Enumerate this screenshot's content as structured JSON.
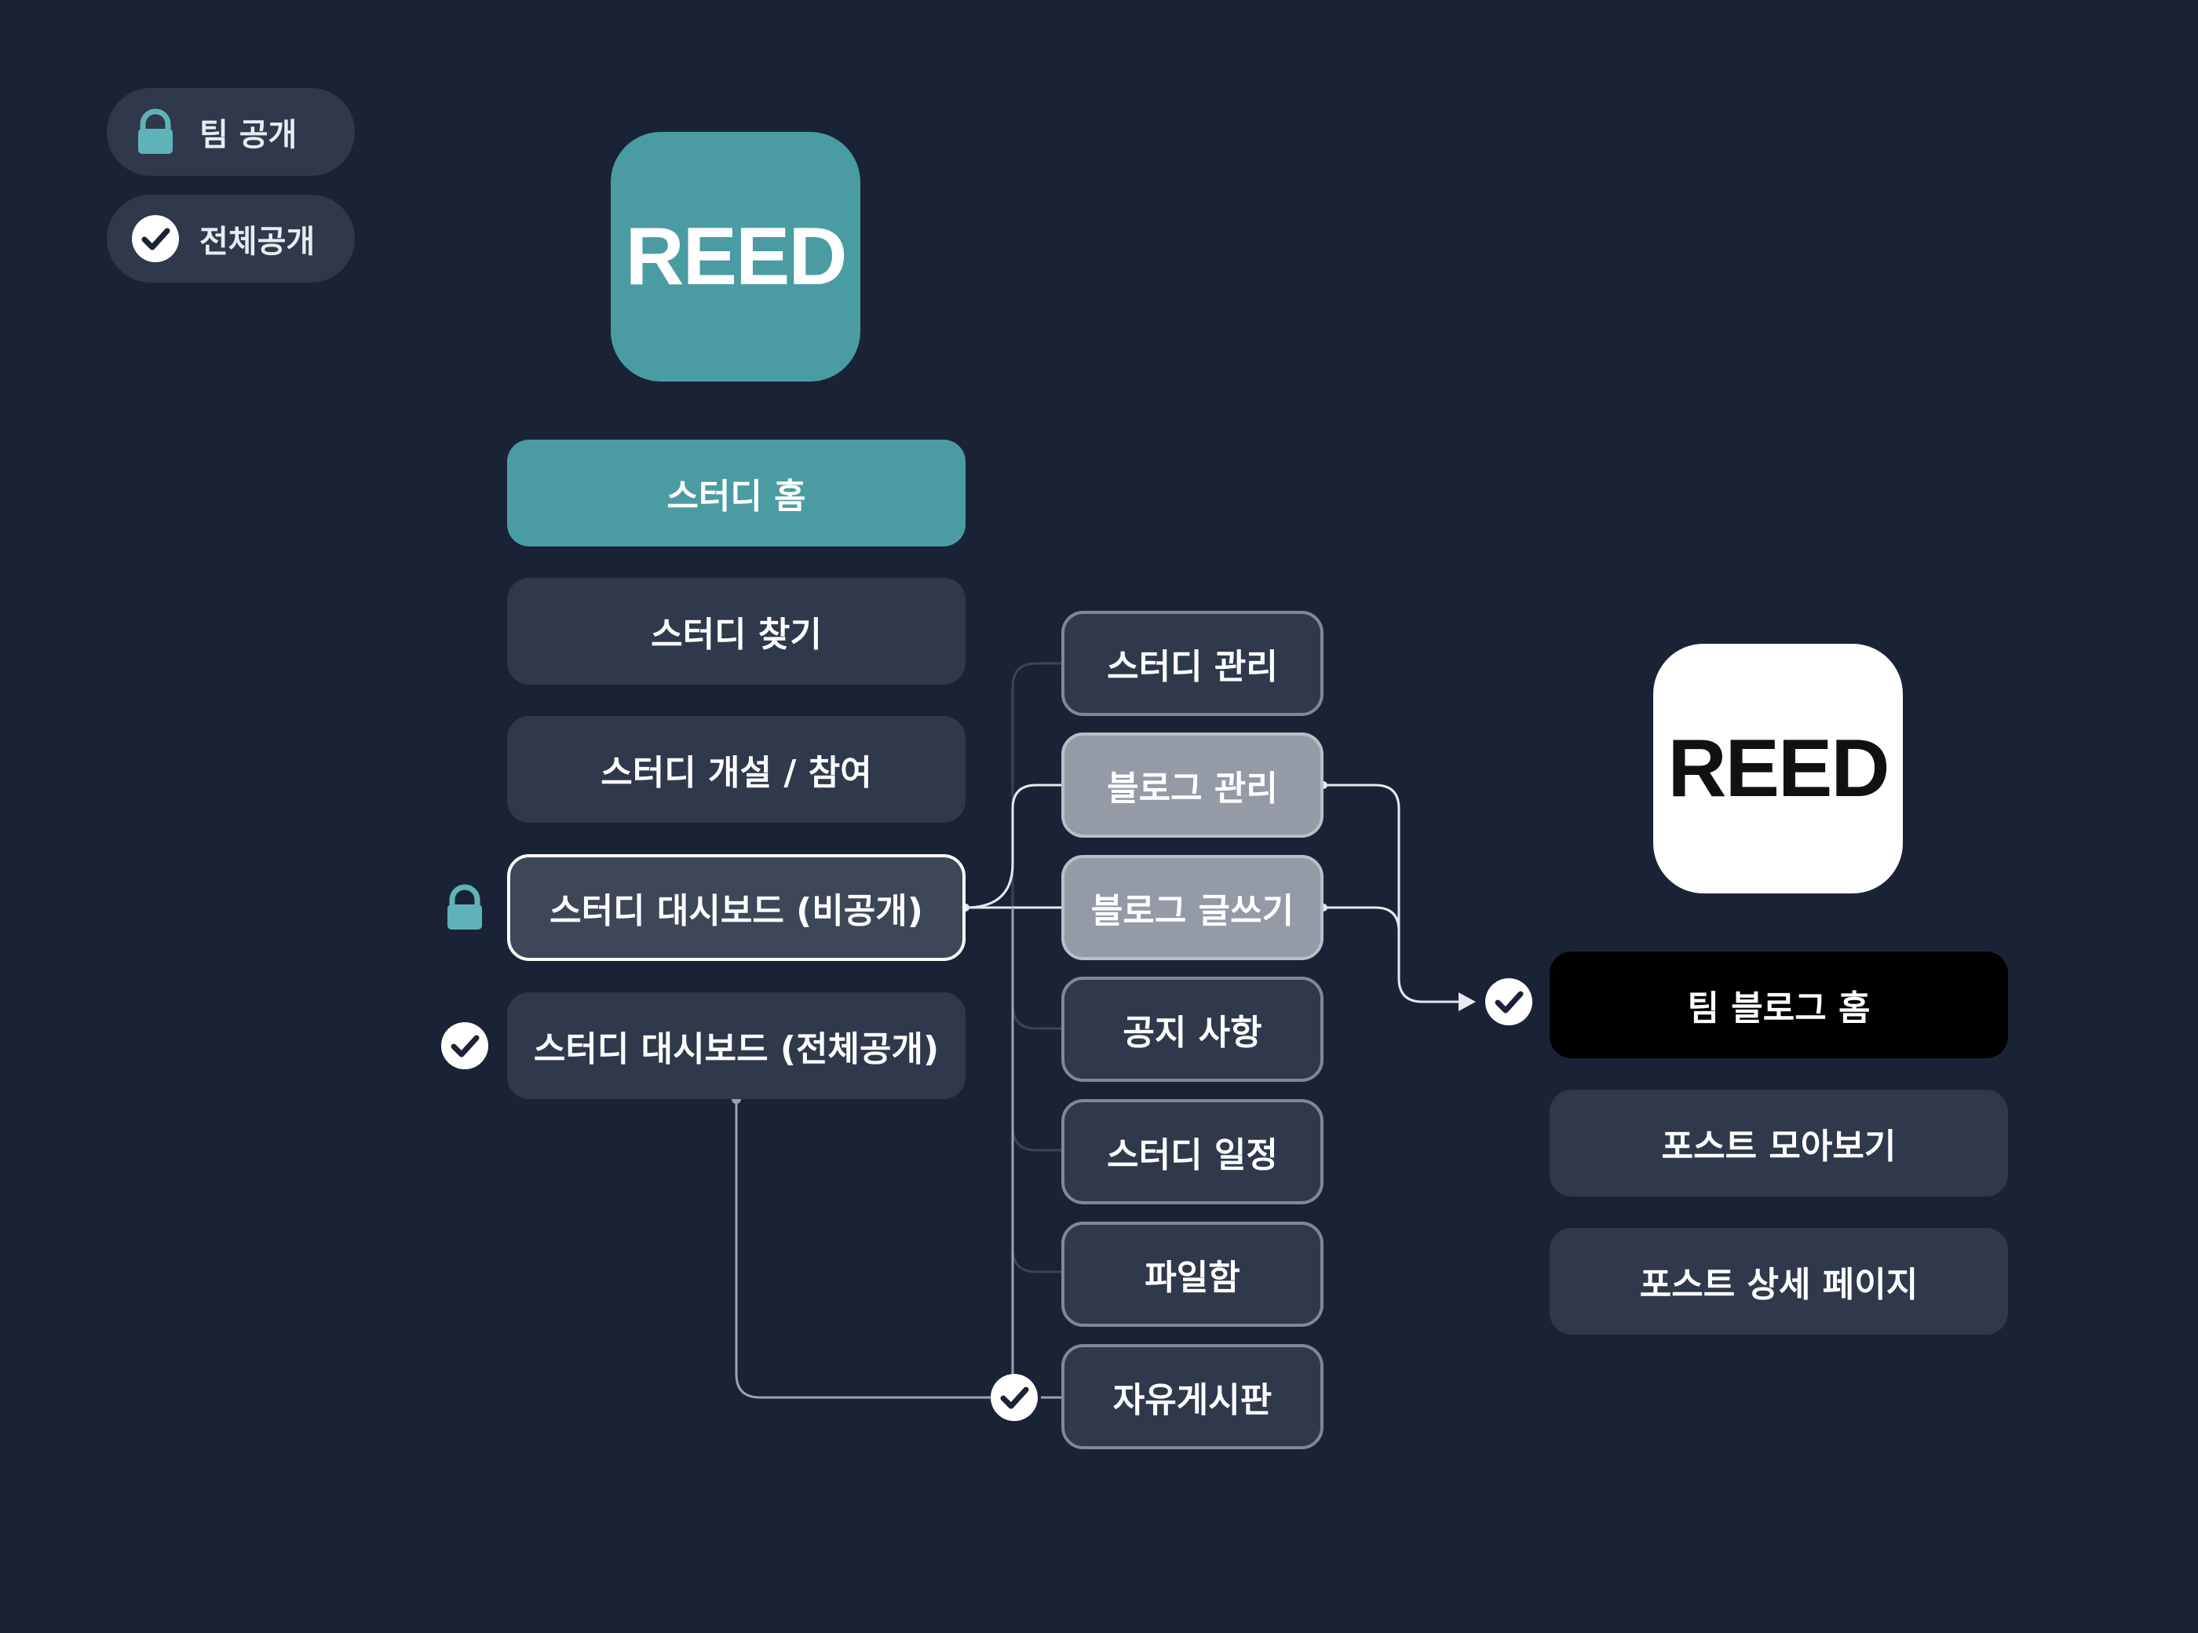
{
  "legend": {
    "team_public": "팀 공개",
    "full_public": "전체공개"
  },
  "study_logo": {
    "text": "REED",
    "color": "#4a9ca2"
  },
  "blog_logo": {
    "text": "REED",
    "color": "#ffffff"
  },
  "study_column": {
    "home": "스터디 홈",
    "find": "스터디 찾기",
    "create_join": "스터디 개설 / 참여",
    "dashboard_private": "스터디 대시보드 (비공개)",
    "dashboard_public": "스터디 대시보드 (전체공개)"
  },
  "dashboard_menu": {
    "manage": "스터디 관리",
    "blog_manage": "블로그 관리",
    "blog_write": "블로그 글쓰기",
    "notice": "공지 사항",
    "schedule": "스터디 일정",
    "files": "파일함",
    "free_board": "자유게시판"
  },
  "blog_column": {
    "home": "팀 블로그 홈",
    "posts": "포스트 모아보기",
    "post_detail": "포스트 상세 페이지"
  },
  "colors": {
    "background": "#1a2336",
    "accent": "#4a9ca2",
    "box": "#2f394b"
  }
}
